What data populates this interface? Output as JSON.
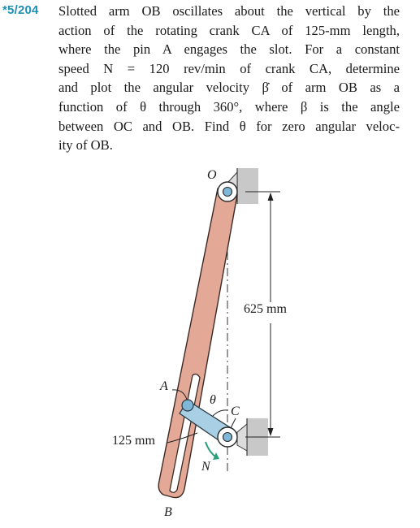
{
  "problem": {
    "number": "*5/204",
    "lines": [
      "Slotted arm OB oscillates about the vertical by the",
      "action of the rotating crank CA of 125-mm length,",
      "where the pin A engages the slot. For a constant",
      "speed N = 120 rev/min of crank CA, determine",
      "and plot the angular velocity β̇ of arm OB as a",
      "function of θ through 360°, where β is the angle",
      "between OC and OB. Find θ for zero angular veloc-",
      "ity of OB."
    ]
  },
  "figure": {
    "label_O": "O",
    "label_A": "A",
    "label_B": "B",
    "label_C": "C",
    "label_N": "N",
    "label_theta": "θ",
    "dim_vertical": "625 mm",
    "dim_crank": "125 mm",
    "colors": {
      "arm_fill": "#e3a896",
      "arm_stroke": "#3a2a26",
      "crank_fill": "#a9cfe4",
      "wall_fill": "#c8c8c8",
      "pin_fill": "#7fb8d6",
      "arrow_green": "#2aa07a",
      "accent": "#1f8fb3"
    }
  }
}
